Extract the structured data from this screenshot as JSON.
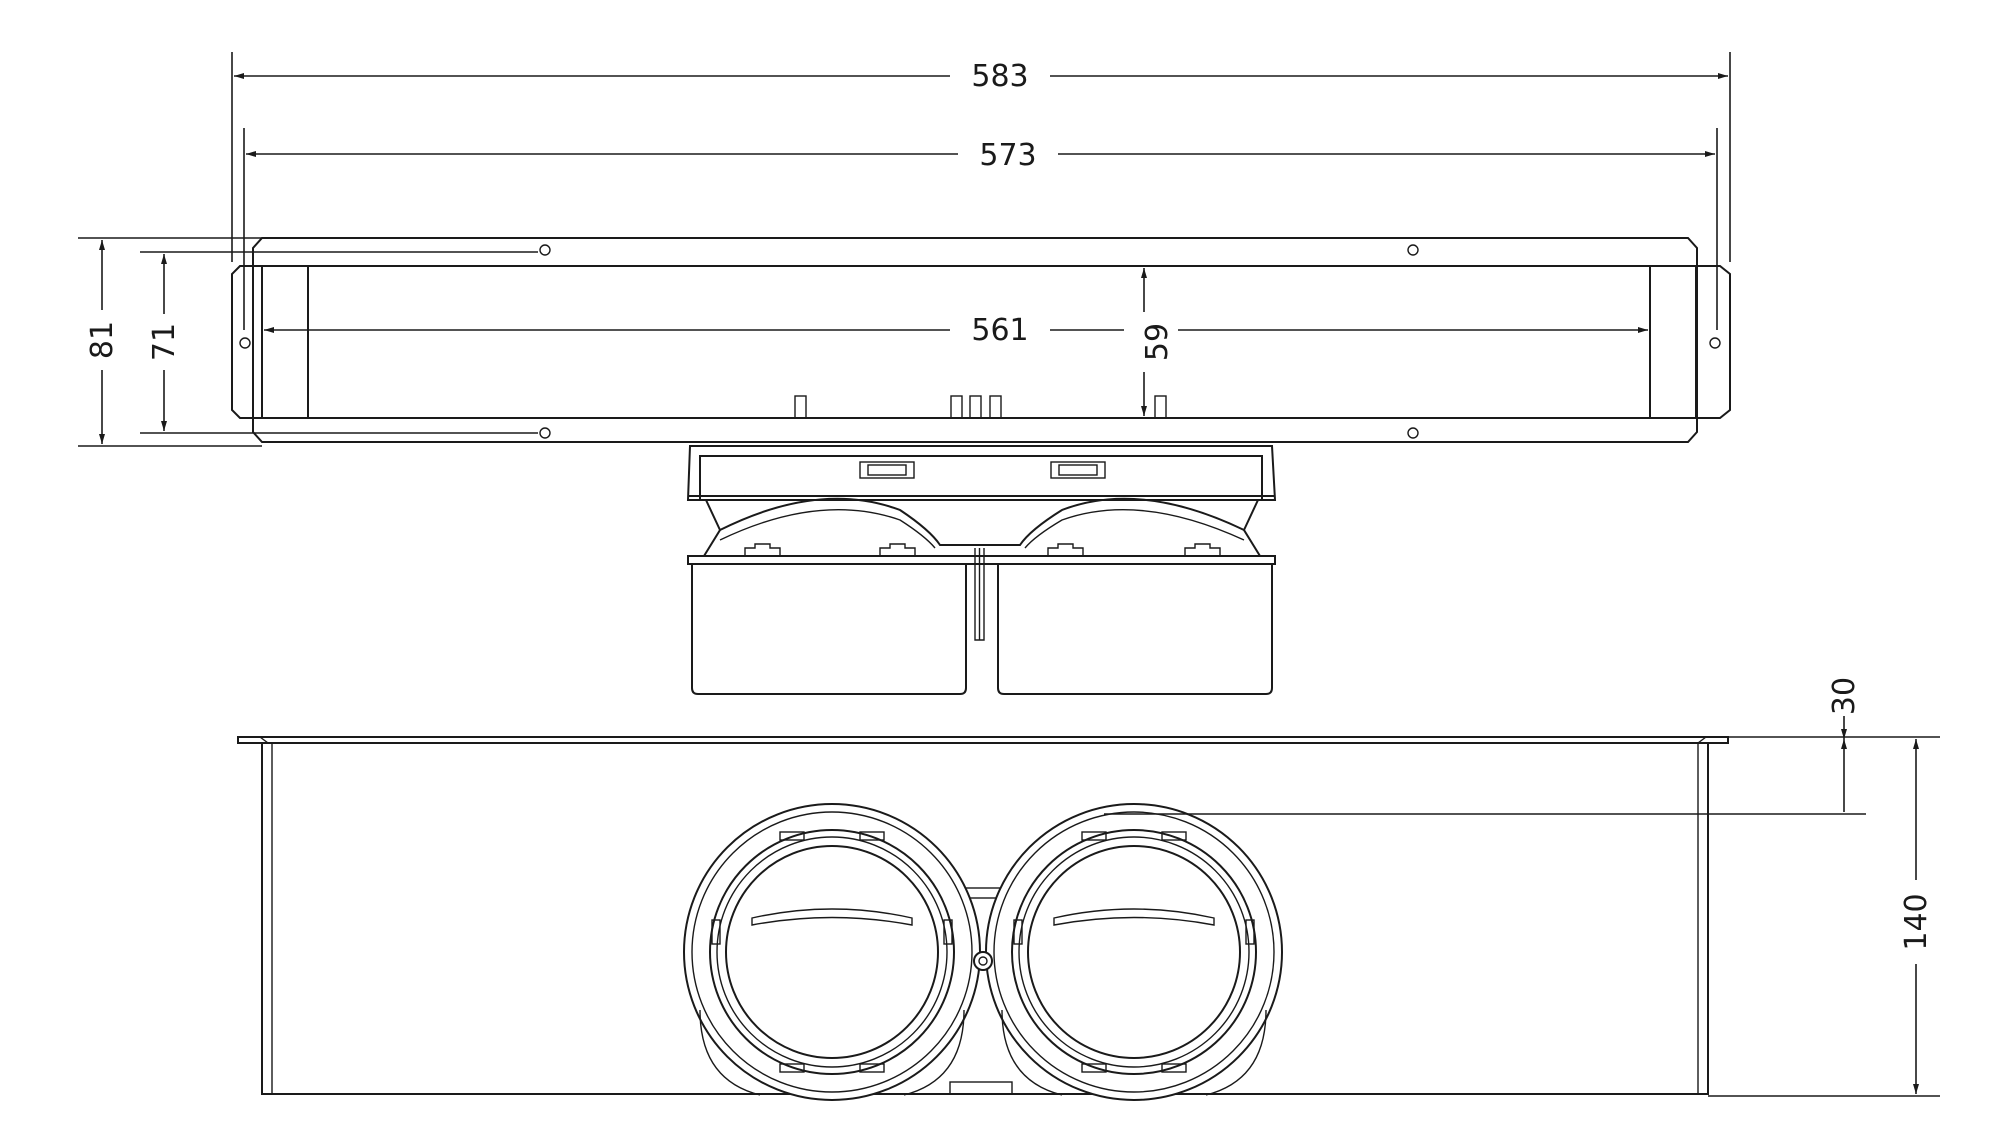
{
  "diagram": {
    "dimensions": {
      "overall_length": "583",
      "flange_length": "573",
      "inner_length": "561",
      "inner_height": "59",
      "overall_width": "81",
      "flange_width": "71",
      "top_offset": "30",
      "total_height": "140"
    },
    "colors": {
      "line": "#1a1a1a",
      "background": "#ffffff"
    }
  }
}
